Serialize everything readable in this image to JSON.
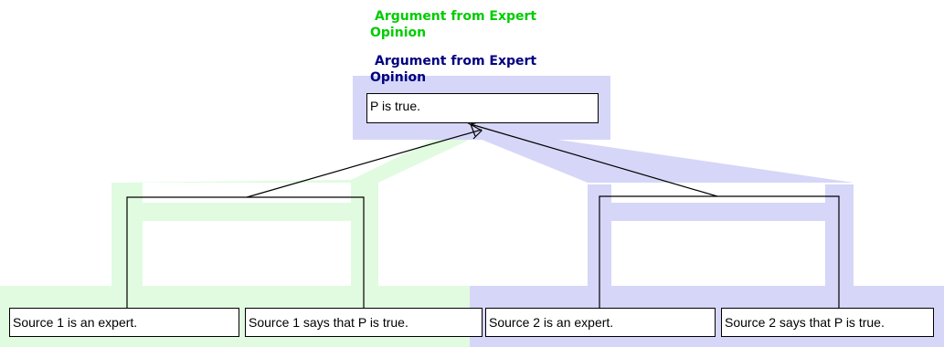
{
  "diagram": {
    "colors": {
      "green_scheme": "#00cc00",
      "blue_scheme": "#000080",
      "green_band": "#e1fbe1",
      "blue_band": "#d6d6f8",
      "line": "#000000",
      "node_fill": "#ffffff"
    },
    "scheme_labels": {
      "green": "Argument from Expert Opinion",
      "blue": "Argument from Expert Opinion"
    },
    "conclusion": {
      "text": "P is true."
    },
    "premises": [
      {
        "id": "s1-expert",
        "text": "Source 1 is an expert.",
        "group": "green"
      },
      {
        "id": "s1-says",
        "text": "Source 1 says that P is true.",
        "group": "green"
      },
      {
        "id": "s2-expert",
        "text": "Source 2 is an expert.",
        "group": "blue"
      },
      {
        "id": "s2-says",
        "text": "Source 2 says that P is true.",
        "group": "blue"
      }
    ]
  }
}
